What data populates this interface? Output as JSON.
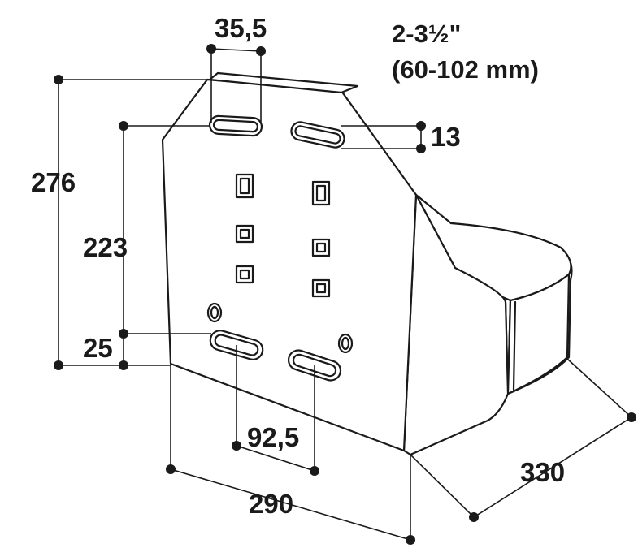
{
  "spec": {
    "size_inches": "2-3½\"",
    "size_mm": "(60-102 mm)"
  },
  "dimensions": {
    "slot_spacing_top": "35,5",
    "slot_height": "13",
    "total_height": "276",
    "slot_center_height": "223",
    "bottom_offset": "25",
    "slot_spacing_bottom": "92,5",
    "width": "290",
    "depth": "330"
  },
  "colors": {
    "line": "#1a1a1a",
    "fill": "#ffffff"
  }
}
